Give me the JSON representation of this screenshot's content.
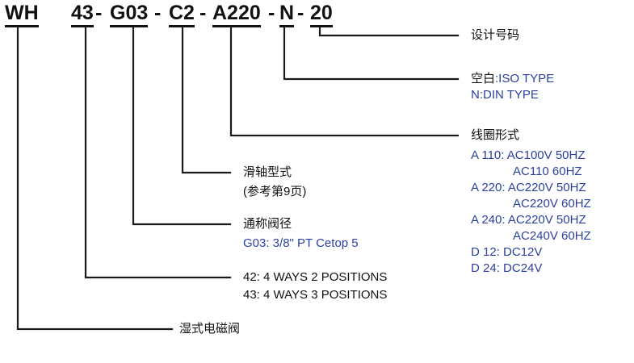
{
  "diagram": {
    "title": "WH43-G03-C2-A220-N-20",
    "code_segments": [
      {
        "id": "series",
        "text": "WH"
      },
      {
        "id": "ways-positions",
        "text": "43"
      },
      {
        "id": "valve-size",
        "text": "G03"
      },
      {
        "id": "spool-type",
        "text": "C2"
      },
      {
        "id": "coil-type",
        "text": "A220"
      },
      {
        "id": "mounting-type",
        "text": "N"
      },
      {
        "id": "design-number",
        "text": "20"
      }
    ],
    "separators": [
      "-",
      "-",
      "-",
      "-",
      "-",
      "-"
    ],
    "annotations": {
      "design_number": {
        "label": "设计号码"
      },
      "mounting": {
        "blank_key": "空白",
        "blank_value": ":ISO TYPE",
        "din_value": "N:DIN TYPE"
      },
      "coil": {
        "heading": "线圈形式",
        "items": [
          {
            "code": "A 110:",
            "value": "AC100V 50HZ",
            "cont": "AC110 60HZ"
          },
          {
            "code": "A 220:",
            "value": "AC220V 50HZ",
            "cont": "AC220V 60HZ"
          },
          {
            "code": "A 240:",
            "value": "AC220V 50HZ",
            "cont": "AC240V 60HZ"
          },
          {
            "code": "D  12:",
            "value": "DC12V",
            "cont": ""
          },
          {
            "code": "D  24:",
            "value": "DC24V",
            "cont": ""
          }
        ]
      },
      "spool": {
        "heading": "滑轴型式",
        "note": "(参考第9页)"
      },
      "valve_size": {
        "heading": "通称阀径",
        "value": "G03: 3/8\" PT Cetop 5"
      },
      "ways": {
        "line1": "42: 4 WAYS 2 POSITIONS",
        "line2": "43: 4 WAYS 3 POSITIONS"
      },
      "series": {
        "label": "湿式电磁阀"
      }
    },
    "colors": {
      "text_black": "#111111",
      "text_blue": "#2b3f9e",
      "line": "#1a1a1a",
      "background": "#ffffff"
    }
  }
}
